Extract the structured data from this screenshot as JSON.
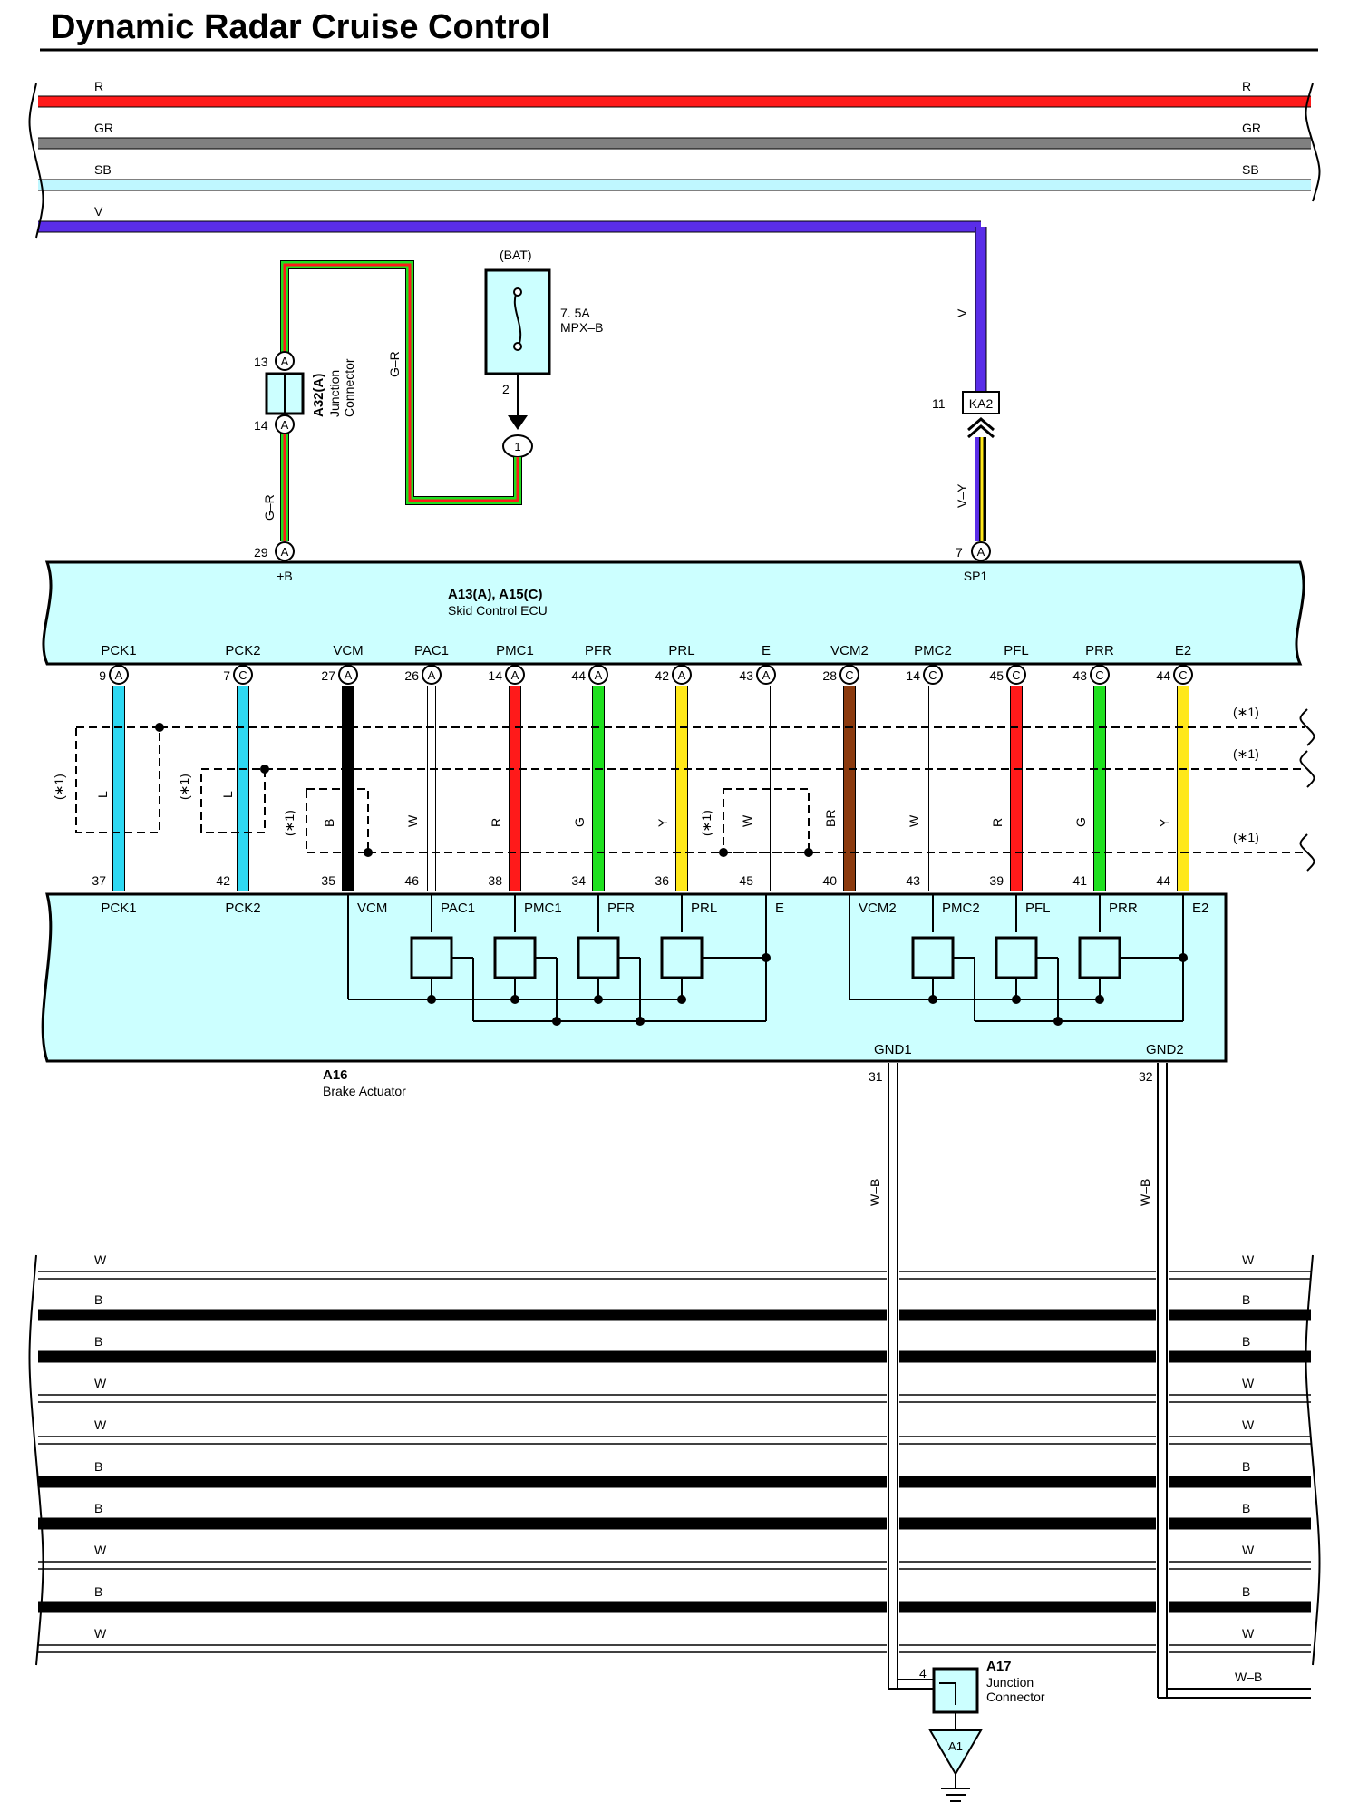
{
  "title": "Dynamic Radar Cruise Control",
  "colors": {
    "R": "#ff1a1a",
    "GR": "#808080",
    "SB": "#bff7ff",
    "V": "#5a2de8",
    "L": "#2ed8f2",
    "B": "#000000",
    "W": "#ffffff",
    "G": "#1fe01f",
    "Y": "#ffe81a",
    "BR": "#8b3a0e",
    "ecu_fill": "#ccffff"
  },
  "top_buses": [
    {
      "label": "R",
      "color_key": "R"
    },
    {
      "label": "GR",
      "color_key": "GR"
    },
    {
      "label": "SB",
      "color_key": "SB"
    },
    {
      "label": "V",
      "color_key": "V"
    }
  ],
  "v_drop": {
    "label_upper": "V",
    "label_lower": "V–Y",
    "connector": "KA2",
    "connector_pin": "11",
    "ecu_pin": "7",
    "ecu_conn": "A",
    "ecu_label": "SP1"
  },
  "fuse": {
    "source": "(BAT)",
    "rating": "7. 5A",
    "name": "MPX–B",
    "pin": "2",
    "connector_id": "1"
  },
  "junction_a32": {
    "id": "A32(A)",
    "desc1": "Junction",
    "desc2": "Connector",
    "pin_top": "13",
    "pin_bottom": "14",
    "conn": "A",
    "wire_label": "G–R"
  },
  "ecu": {
    "id": "A13(A), A15(C)",
    "desc": "Skid Control ECU",
    "plus_b_pin": "29",
    "plus_b_conn": "A",
    "plus_b_label": "+B"
  },
  "ecu_pins": [
    {
      "name": "PCK1",
      "pin": "9",
      "conn": "A",
      "color_key": "L",
      "wire": "L",
      "act_pin": "37"
    },
    {
      "name": "PCK2",
      "pin": "7",
      "conn": "C",
      "color_key": "L",
      "wire": "L",
      "act_pin": "42"
    },
    {
      "name": "VCM",
      "pin": "27",
      "conn": "A",
      "color_key": "B",
      "wire": "B",
      "act_pin": "35"
    },
    {
      "name": "PAC1",
      "pin": "26",
      "conn": "A",
      "color_key": "W",
      "wire": "W",
      "act_pin": "46"
    },
    {
      "name": "PMC1",
      "pin": "14",
      "conn": "A",
      "color_key": "R",
      "wire": "R",
      "act_pin": "38"
    },
    {
      "name": "PFR",
      "pin": "44",
      "conn": "A",
      "color_key": "G",
      "wire": "G",
      "act_pin": "34"
    },
    {
      "name": "PRL",
      "pin": "42",
      "conn": "A",
      "color_key": "Y",
      "wire": "Y",
      "act_pin": "36"
    },
    {
      "name": "E",
      "pin": "43",
      "conn": "A",
      "color_key": "W",
      "wire": "W",
      "act_pin": "45"
    },
    {
      "name": "VCM2",
      "pin": "28",
      "conn": "C",
      "color_key": "BR",
      "wire": "BR",
      "act_pin": "40"
    },
    {
      "name": "PMC2",
      "pin": "14",
      "conn": "C",
      "color_key": "W",
      "wire": "W",
      "act_pin": "43"
    },
    {
      "name": "PFL",
      "pin": "45",
      "conn": "C",
      "color_key": "R",
      "wire": "R",
      "act_pin": "39"
    },
    {
      "name": "PRR",
      "pin": "43",
      "conn": "C",
      "color_key": "G",
      "wire": "G",
      "act_pin": "41"
    },
    {
      "name": "E2",
      "pin": "44",
      "conn": "C",
      "color_key": "Y",
      "wire": "Y",
      "act_pin": "44"
    }
  ],
  "shield_note": "(∗1)",
  "actuator": {
    "id": "A16",
    "desc": "Brake Actuator",
    "gnd1": "GND1",
    "gnd1_pin": "31",
    "gnd2": "GND2",
    "gnd2_pin": "32",
    "ground_wire": "W–B"
  },
  "bottom_buses": [
    "W",
    "B",
    "B",
    "W",
    "W",
    "B",
    "B",
    "W",
    "B",
    "W"
  ],
  "junction_a17": {
    "id": "A17",
    "desc1": "Junction",
    "desc2": "Connector",
    "pin": "4",
    "ground": "A1",
    "wire_label": "W–B"
  }
}
